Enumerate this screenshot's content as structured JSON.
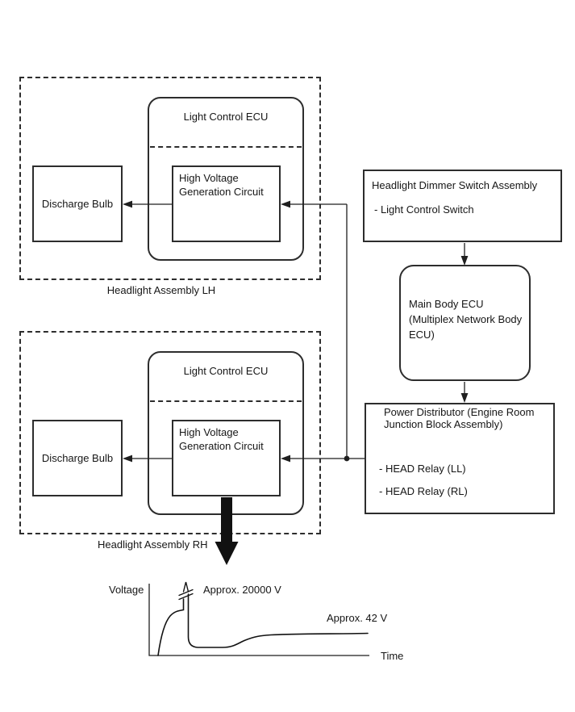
{
  "colors": {
    "background": "#ffffff",
    "line": "#1f1f1f",
    "text": "#161616"
  },
  "assemblies": [
    {
      "label": "Headlight Assembly LH",
      "ecu_title": "Light Control ECU",
      "circuit_label": "High Voltage Generation Circuit",
      "bulb_label": "Discharge Bulb"
    },
    {
      "label": "Headlight Assembly RH",
      "ecu_title": "Light Control ECU",
      "circuit_label": "High Voltage Generation Circuit",
      "bulb_label": "Discharge Bulb"
    }
  ],
  "dimmer_switch": {
    "title": "Headlight Dimmer Switch Assembly",
    "item": "- Light Control Switch"
  },
  "main_body_ecu": {
    "label": "Main Body ECU (Multiplex Network Body ECU)"
  },
  "power_distributor": {
    "title": "Power Distributor (Engine Room Junction Block Assembly)",
    "items": [
      "- HEAD Relay (LL)",
      "- HEAD Relay (RL)"
    ]
  },
  "chart_data": {
    "type": "line",
    "title": "",
    "xlabel": "Time",
    "ylabel": "Voltage",
    "axis_break": true,
    "grid": false,
    "annotations": [
      {
        "text": "Approx. 20000 V",
        "refers_to": "narrow ignition spike near start (drawn with axis-break marks)"
      },
      {
        "text": "Approx. 42 V",
        "refers_to": "final steady-state plateau at right side"
      }
    ],
    "series": [
      {
        "name": "Discharge bulb voltage",
        "shape_description": "rises steeply from 0 to an initial level, narrow spike to approx. 20000 V at ignition (axis broken), drops to a low flat level, then gradually climbs and levels off at approx. 42 V",
        "qualitative_points": [
          {
            "phase": "start",
            "voltage": 0
          },
          {
            "phase": "pre-ignition rise",
            "voltage": "intermediate"
          },
          {
            "phase": "ignition spike",
            "voltage": 20000
          },
          {
            "phase": "post-ignition dip",
            "voltage": "low"
          },
          {
            "phase": "steady state",
            "voltage": 42
          }
        ]
      }
    ]
  }
}
